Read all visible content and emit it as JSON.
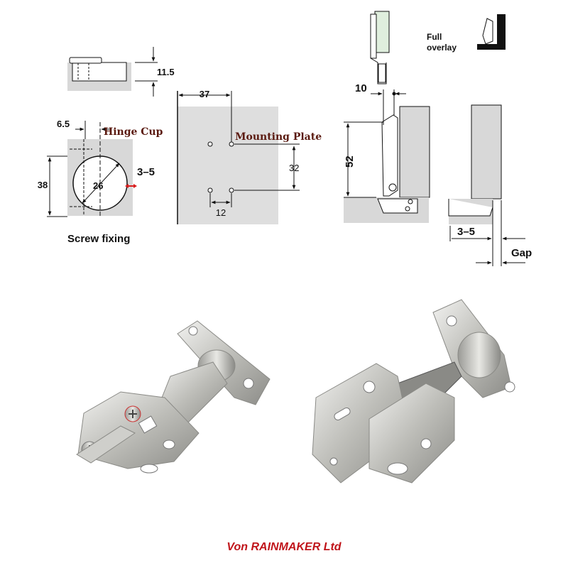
{
  "diagram": {
    "cup_depth": "11.5",
    "hinge_cup_title": "Hinge Cup",
    "cup_offset": "6.5",
    "cup_height": "38",
    "cup_diameter": "26",
    "edge_range": "3–5",
    "screw_fixing": "Screw fixing",
    "plate_offset": "37",
    "mounting_plate_title": "Mounting Plate",
    "plate_vertical_spacing": "32",
    "plate_horizontal_spacing": "12",
    "side_offset": "10",
    "side_height": "52",
    "full_overlay": "Full\noverlay",
    "overlay_range": "3–5",
    "gap_label": "Gap"
  },
  "colors": {
    "title_color": "#5a1a10",
    "accent_red": "#d81c1c",
    "panel_gray": "#d8d8d8",
    "footer_red": "#c0141a"
  },
  "footer": {
    "text": "Von RAINMAKER Ltd"
  }
}
